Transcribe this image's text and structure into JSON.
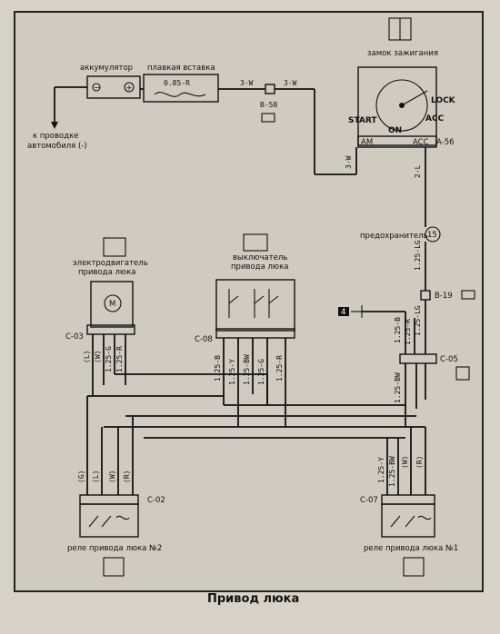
{
  "title": "Привод люка",
  "components": {
    "battery": "аккумулятор",
    "fuse": "плавкая вставка",
    "fuse_rating": "0.85-R",
    "ignition_switch": "замок зажигания",
    "to_wiring": "к проводке",
    "to_wiring2": "автомобиля (-)",
    "motor_1": "электродвигатель",
    "motor_2": "привода люка",
    "switch_1": "выключатель",
    "switch_2": "привода люка",
    "fuse_box": "предохранитель",
    "fuse_no": "15",
    "relay2": "реле привода люка №2",
    "relay1": "реле привода люка №1"
  },
  "connectors": {
    "b58": "B-58",
    "a56": "A-56",
    "b19": "B-19",
    "c03": "C-03",
    "c08": "C-08",
    "c05": "C-05",
    "c02": "C-02",
    "c07": "C-07",
    "ground": "4"
  },
  "ignition": {
    "start": "START",
    "on": "ON",
    "acc": "ACC",
    "lock": "LOCK",
    "am": "AM",
    "acc_term": "ACC"
  },
  "wires": {
    "w3w_a": "3-W",
    "w3w_b": "3-W",
    "w3w_c": "3-W",
    "w2l": "2-L",
    "w125lg_a": "1.25-LG",
    "w125lg_b": "1.25-LG",
    "w125b_right": "1.25-B",
    "w125bw_right": "1.25-BW",
    "w125r_right": "1.25-R",
    "m_l": "(L)",
    "m_w": "(W)",
    "m_125g": "1.25-G",
    "m_125r": "1.25-R",
    "s_125b": "1.25-B",
    "s_125y": "1.25-Y",
    "s_125bw": "1.25-BW",
    "s_125g": "1.25-G",
    "s_125r": "1.25-R",
    "r2_g": "(G)",
    "r2_l": "(L)",
    "r2_w": "(W)",
    "r2_r": "(R)",
    "r1_125y": "1.25-Y",
    "r1_125bw": "1.25-BW",
    "r1_w": "(W)",
    "r1_r": "(R)"
  },
  "symbols": {
    "minus": "−",
    "plus": "+",
    "motor": "M"
  }
}
